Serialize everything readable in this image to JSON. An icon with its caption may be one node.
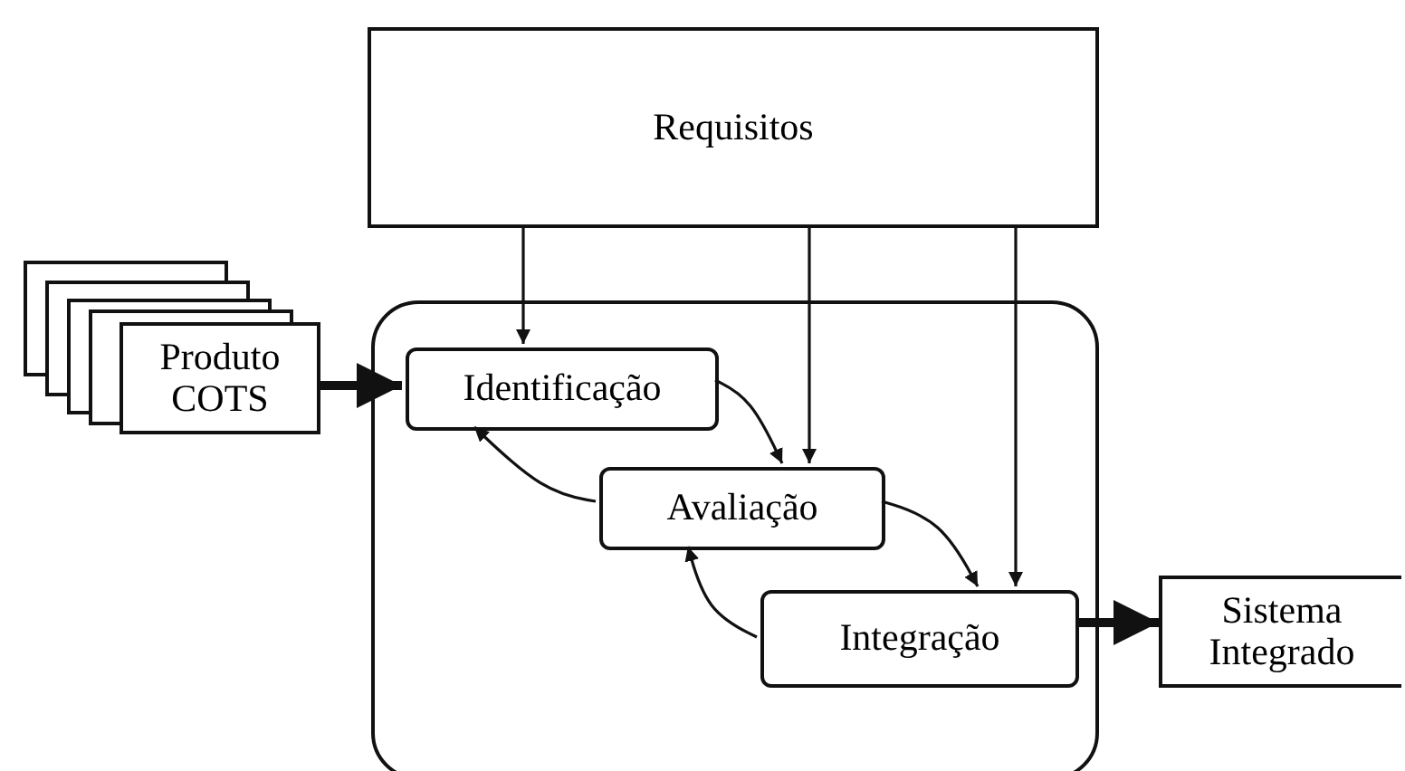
{
  "diagram": {
    "nodes": [
      {
        "text": [
          "Requisitos"
        ]
      },
      {
        "text": [
          "Produto COTS"
        ]
      },
      {
        "text": [],
        "shape": "box"
      },
      {
        "text": [
          "Identificação"
        ],
        "in": 2
      },
      {
        "text": [
          "Avaliação"
        ],
        "in": 2
      },
      {
        "text": [
          "Integração"
        ],
        "in": 2
      },
      {
        "text": [
          "Sistema Integrado"
        ]
      }
    ],
    "edges": [
      {
        "from": 0,
        "to": 3,
        "arrow": "to"
      },
      {
        "from": 0,
        "to": 4,
        "arrow": "to"
      },
      {
        "from": 0,
        "to": 5,
        "arrow": "to"
      },
      {
        "from": 1,
        "to": 3,
        "arrow": "to",
        "style": "thick"
      },
      {
        "from": 3,
        "to": 4,
        "arrow": "to"
      },
      {
        "from": 4,
        "to": 3,
        "arrow": "to"
      },
      {
        "from": 4,
        "to": 5,
        "arrow": "to"
      },
      {
        "from": 5,
        "to": 4,
        "arrow": "to"
      },
      {
        "from": 5,
        "to": 6,
        "arrow": "to",
        "style": "thick"
      }
    ]
  }
}
